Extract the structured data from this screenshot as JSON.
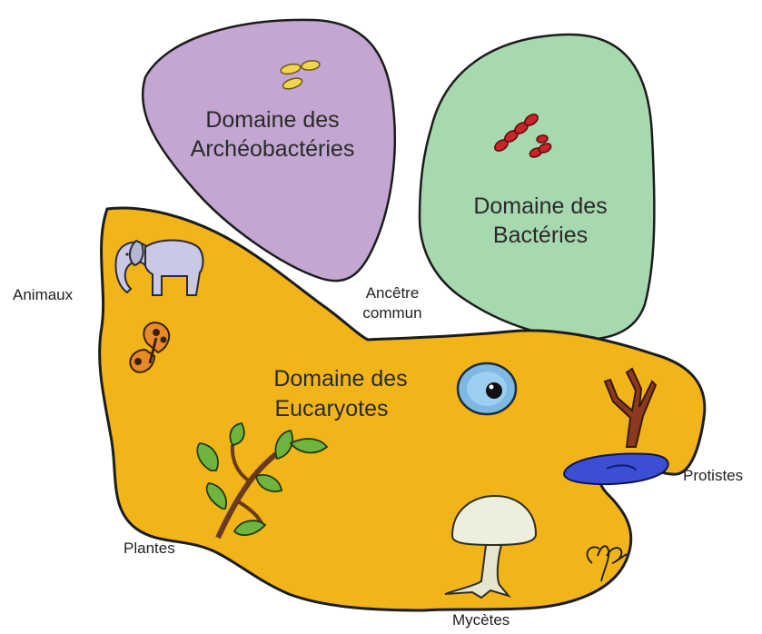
{
  "colors": {
    "archaea": "#c3a6d2",
    "bacteria": "#a8d8b0",
    "eukaryotes": "#f1b519",
    "outline": "#1c1c1c"
  },
  "domains": {
    "archaea": {
      "line1": "Domaine des",
      "line2": "Archéobactéries"
    },
    "bacteria": {
      "line1": "Domaine des",
      "line2": "Bactéries"
    },
    "eukaryotes": {
      "line1": "Domaine des",
      "line2": "Eucaryotes"
    }
  },
  "ancestor": {
    "line1": "Ancêtre",
    "line2": "commun"
  },
  "groups": {
    "animals": "Animaux",
    "plants": "Plantes",
    "fungi": "Mycètes",
    "protists": "Protistes"
  },
  "icons": {
    "archaea": "yellow-cells-icon",
    "bacteria": "red-bacteria-icon",
    "elephant": "elephant-icon",
    "butterfly": "butterfly-icon",
    "plant": "leafy-branch-icon",
    "eye": "eye-cell-icon",
    "mushroom": "mushroom-icon",
    "seaweed": "red-algae-icon",
    "amoeba": "blue-protist-icon",
    "signature": "artist-signature-icon"
  }
}
